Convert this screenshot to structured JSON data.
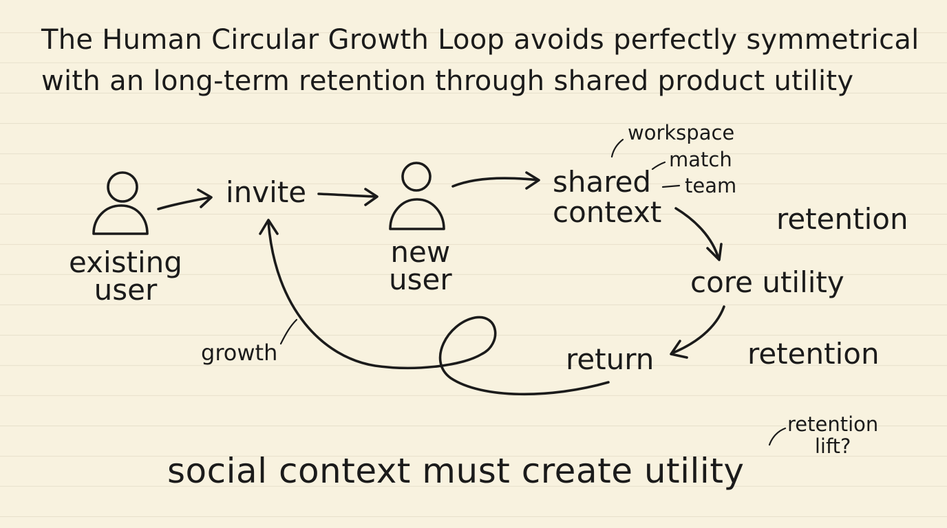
{
  "title": {
    "line1": "The Human Circular Growth Loop avoids perfectly symmetrical",
    "line2": "with an long-term retention through shared product utility"
  },
  "nodes": {
    "existing_user": [
      "existing",
      "user"
    ],
    "invite": "invite",
    "new_user": [
      "new",
      "user"
    ],
    "shared_context": [
      "shared",
      "context"
    ],
    "core_utility": "core utility",
    "return": "return"
  },
  "annotations": {
    "workspace": "workspace",
    "match": "match",
    "team": "team",
    "retention_right": "retention",
    "retention_lower": "retention",
    "growth": "growth",
    "retention_lift": [
      "retention",
      "lift?"
    ]
  },
  "caption": "social context must create utility",
  "icons": [
    "person-icon",
    "person-icon"
  ]
}
